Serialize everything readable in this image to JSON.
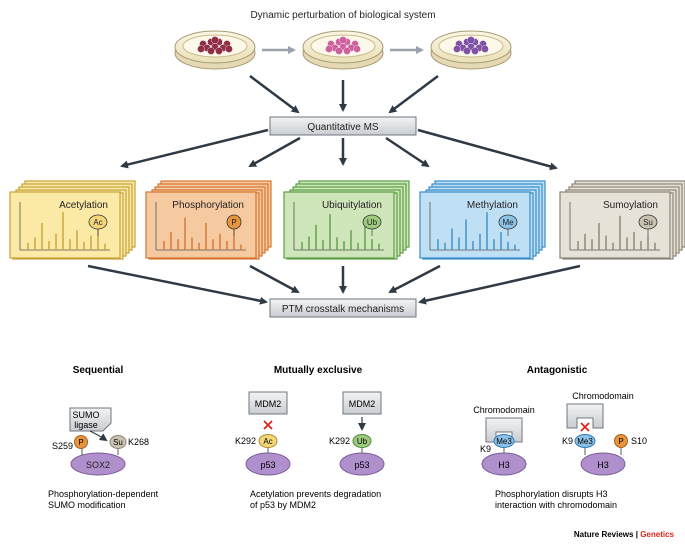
{
  "top": {
    "title": "Dynamic perturbation of biological system",
    "ms_label": "Quantitative MS",
    "crosstalk_label": "PTM crosstalk mechanisms"
  },
  "dishes": [
    {
      "cell_color": "#8a2640"
    },
    {
      "cell_color": "#cc5a9a"
    },
    {
      "cell_color": "#7a4aa0"
    }
  ],
  "ptms": [
    {
      "label": "Acetylation",
      "badge": "Ac",
      "fill": "#fbe9a6",
      "stroke": "#c9a13a",
      "peak": "#c9a13a",
      "badge_fill": "#f3d77a"
    },
    {
      "label": "Phosphorylation",
      "badge": "P",
      "fill": "#f6caa0",
      "stroke": "#d5752e",
      "peak": "#d5752e",
      "badge_fill": "#e8953f"
    },
    {
      "label": "Ubiquitylation",
      "badge": "Ub",
      "fill": "#cfe6ba",
      "stroke": "#5b9e45",
      "peak": "#5b9e45",
      "badge_fill": "#9ccb7e"
    },
    {
      "label": "Methylation",
      "badge": "Me",
      "fill": "#bfe0f4",
      "stroke": "#3a8dc8",
      "peak": "#3a8dc8",
      "badge_fill": "#8cc2e6"
    },
    {
      "label": "Sumoylation",
      "badge": "Su",
      "fill": "#e7e2d8",
      "stroke": "#8b8476",
      "peak": "#8b8476",
      "badge_fill": "#c9c1b1"
    }
  ],
  "mechanisms": {
    "sequential": {
      "title": "Sequential",
      "ligase_line1": "SUMO",
      "ligase_line2": "ligase",
      "site1": "S259",
      "site2": "K268",
      "badge1": "P",
      "badge2": "Su",
      "protein": "SOX2",
      "caption_line1": "Phosphorylation-dependent",
      "caption_line2": "SUMO modification"
    },
    "mutually_exclusive": {
      "title": "Mutually exclusive",
      "left_box": "MDM2",
      "right_box": "MDM2",
      "left_site": "K292",
      "right_site": "K292",
      "left_badge": "Ac",
      "right_badge": "Ub",
      "left_protein": "p53",
      "right_protein": "p53",
      "caption_line1": "Acetylation prevents degradation",
      "caption_line2": "of p53 by MDM2"
    },
    "antagonistic": {
      "title": "Antagonistic",
      "left_domain": "Chromodomain",
      "right_domain": "Chromodomain",
      "left_site": "K9",
      "right_site1": "K9",
      "right_site2": "S10",
      "me_badge": "Me3",
      "p_badge": "P",
      "left_protein": "H3",
      "right_protein": "H3",
      "caption_line1": "Phosphorylation disrupts H3",
      "caption_line2": "interaction with chromodomain"
    }
  },
  "credit": {
    "journal": "Nature Reviews",
    "separator": "|",
    "section": "Genetics",
    "section_color": "#e2231a"
  }
}
